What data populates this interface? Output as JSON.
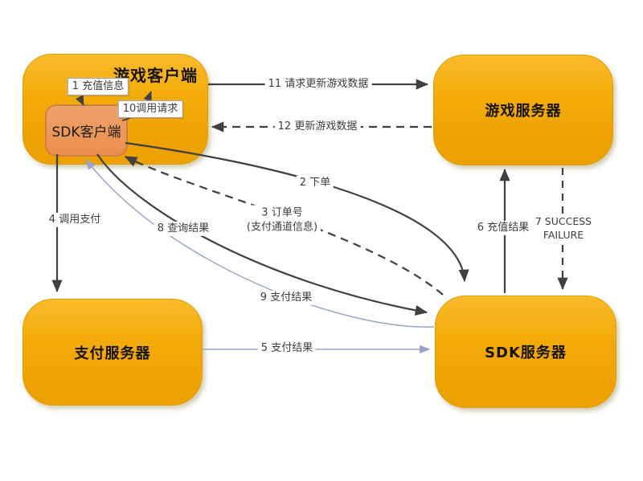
{
  "canvas": {
    "background": "#ffffff"
  },
  "colors": {
    "arrow_dark": "#404040",
    "arrow_blue": "#9aa4c8",
    "node_fill": "#f0a500",
    "sdk_client_fill": "#e98f4e",
    "label_text": "#3c3c3c"
  },
  "nodes": {
    "game_client": {
      "title": "游戏客户端"
    },
    "sdk_client": {
      "title": "SDK客户端"
    },
    "game_server": {
      "title": "游戏服务器"
    },
    "payment_server": {
      "title": "支付服务器"
    },
    "sdk_server": {
      "title": "SDK服务器"
    }
  },
  "edges": {
    "e1": {
      "label": "1 充值信息"
    },
    "e2": {
      "label": "2 下单"
    },
    "e3": {
      "label": "3 订单号",
      "label2": "(支付通道信息)"
    },
    "e4": {
      "label": "4 调用支付"
    },
    "e5": {
      "label": "5 支付结果"
    },
    "e6": {
      "label": "6 充值结果"
    },
    "e7": {
      "label": "7 SUCCESS",
      "label2": "FAILURE"
    },
    "e8": {
      "label": "8 查询结果"
    },
    "e9": {
      "label": "9 支付结果"
    },
    "e10": {
      "label": "10调用请求"
    },
    "e11": {
      "label": "11 请求更新游戏数据"
    },
    "e12": {
      "label": "12 更新游戏数据"
    }
  }
}
